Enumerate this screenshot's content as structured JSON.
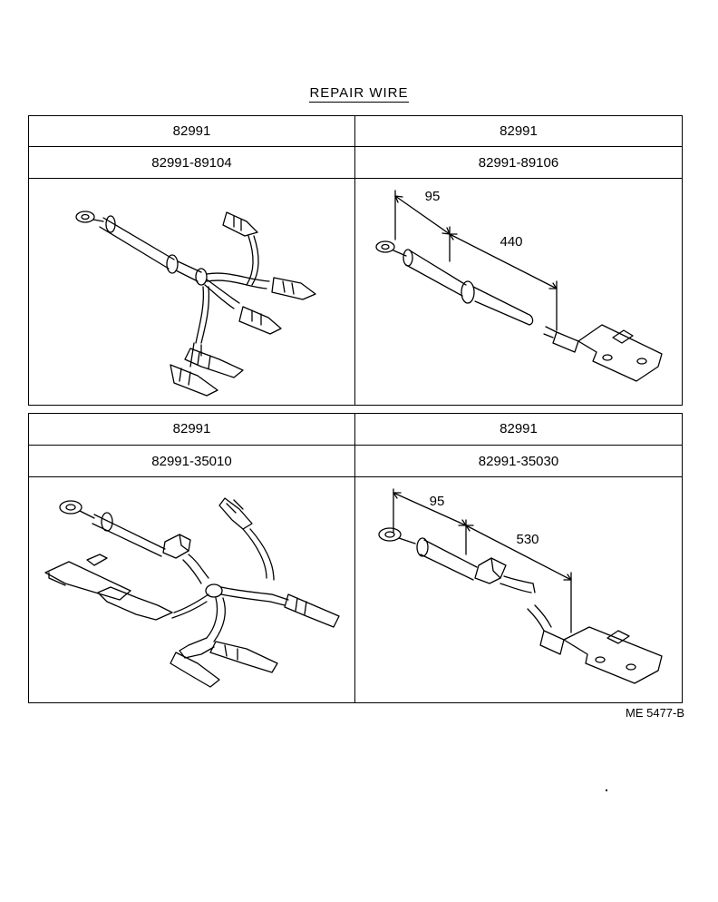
{
  "title": "REPAIR WIRE",
  "top_table": {
    "left": {
      "group": "82991",
      "part_no": "82991-89104"
    },
    "right": {
      "group": "82991",
      "part_no": "82991-89106",
      "dim_short": "95",
      "dim_long": "440"
    }
  },
  "bottom_table": {
    "left": {
      "group": "82991",
      "part_no": "82991-35010"
    },
    "right": {
      "group": "82991",
      "part_no": "82991-35030",
      "dim_short": "95",
      "dim_long": "530"
    }
  },
  "ref_code": "ME 5477-B"
}
